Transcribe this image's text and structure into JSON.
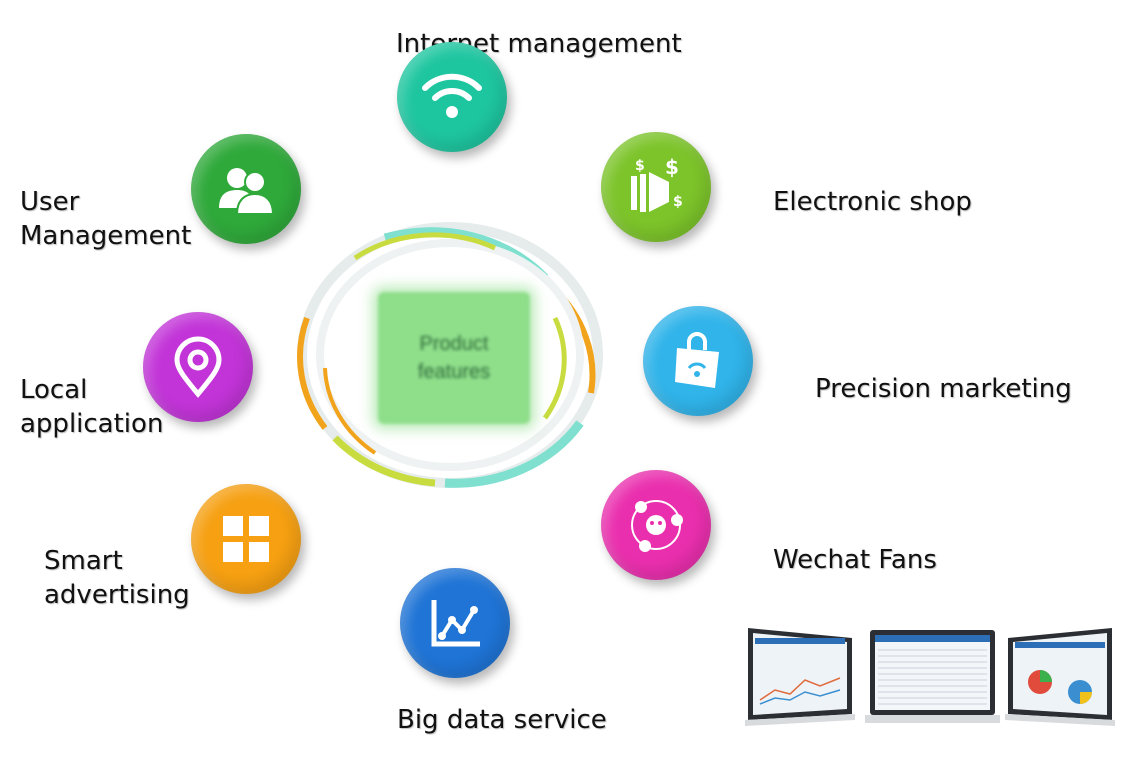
{
  "center": {
    "line1": "Product",
    "line2": "features"
  },
  "features": {
    "internet": {
      "label": "Internet management",
      "icon": "wifi-icon",
      "color": "#1ec6a0"
    },
    "shop": {
      "label": "Electronic shop",
      "icon": "cash-icon",
      "color": "#7cc42a"
    },
    "precision": {
      "label": "Precision marketing",
      "icon": "shopping-bag-icon",
      "color": "#30b4ea"
    },
    "wechat": {
      "label": "Wechat Fans",
      "icon": "wechat-network-icon",
      "color": "#ea2fae"
    },
    "bigdata": {
      "label": "Big data service",
      "icon": "line-chart-icon",
      "color": "#1f74d6"
    },
    "advertising": {
      "line1": "Smart",
      "line2": "advertising",
      "icon": "grid-icon",
      "color": "#f6a012"
    },
    "local": {
      "line1": "Local",
      "line2": "application",
      "icon": "location-pin-icon",
      "color": "#c234d8"
    },
    "user": {
      "line1": "User",
      "line2": "Management",
      "icon": "users-icon",
      "color": "#2fa93a"
    }
  }
}
